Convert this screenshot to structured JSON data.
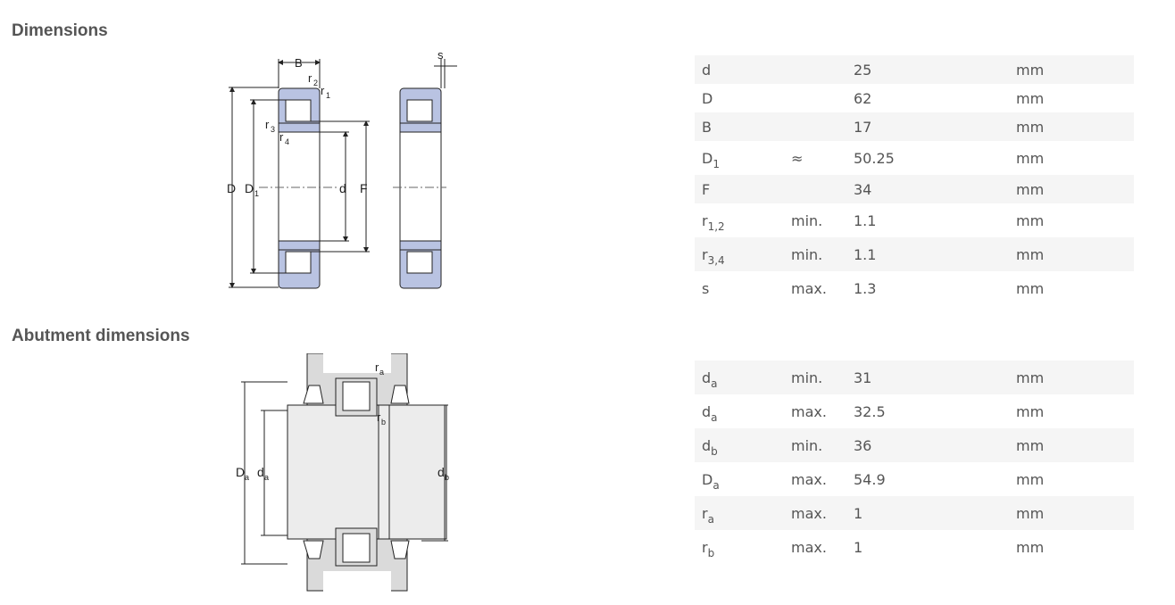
{
  "sections": {
    "dimensions_title": "Dimensions",
    "abutment_title": "Abutment dimensions"
  },
  "drawing1_labels": {
    "B": "B",
    "r": "r",
    "s": "s",
    "D": "D",
    "d": "d",
    "F": "F",
    "s1": "1",
    "s2": "2",
    "s3": "3",
    "s4": "4"
  },
  "drawing2_labels": {
    "D": "D",
    "d": "d",
    "r": "r",
    "sa": "a",
    "sb": "b"
  },
  "dimensions": [
    {
      "sym": "d",
      "sub": "",
      "qual": "",
      "value": "25",
      "unit": "mm"
    },
    {
      "sym": "D",
      "sub": "",
      "qual": "",
      "value": "62",
      "unit": "mm"
    },
    {
      "sym": "B",
      "sub": "",
      "qual": "",
      "value": "17",
      "unit": "mm"
    },
    {
      "sym": "D",
      "sub": "1",
      "qual": "≈",
      "value": "50.25",
      "unit": "mm"
    },
    {
      "sym": "F",
      "sub": "",
      "qual": "",
      "value": "34",
      "unit": "mm"
    },
    {
      "sym": "r",
      "sub": "1,2",
      "qual": "min.",
      "value": "1.1",
      "unit": "mm"
    },
    {
      "sym": "r",
      "sub": "3,4",
      "qual": "min.",
      "value": "1.1",
      "unit": "mm"
    },
    {
      "sym": "s",
      "sub": "",
      "qual": "max.",
      "value": "1.3",
      "unit": "mm"
    }
  ],
  "abutment": [
    {
      "sym": "d",
      "sub": "a",
      "qual": "min.",
      "value": "31",
      "unit": "mm"
    },
    {
      "sym": "d",
      "sub": "a",
      "qual": "max.",
      "value": "32.5",
      "unit": "mm"
    },
    {
      "sym": "d",
      "sub": "b",
      "qual": "min.",
      "value": "36",
      "unit": "mm"
    },
    {
      "sym": "D",
      "sub": "a",
      "qual": "max.",
      "value": "54.9",
      "unit": "mm"
    },
    {
      "sym": "r",
      "sub": "a",
      "qual": "max.",
      "value": "1",
      "unit": "mm"
    },
    {
      "sym": "r",
      "sub": "b",
      "qual": "max.",
      "value": "1",
      "unit": "mm"
    }
  ]
}
